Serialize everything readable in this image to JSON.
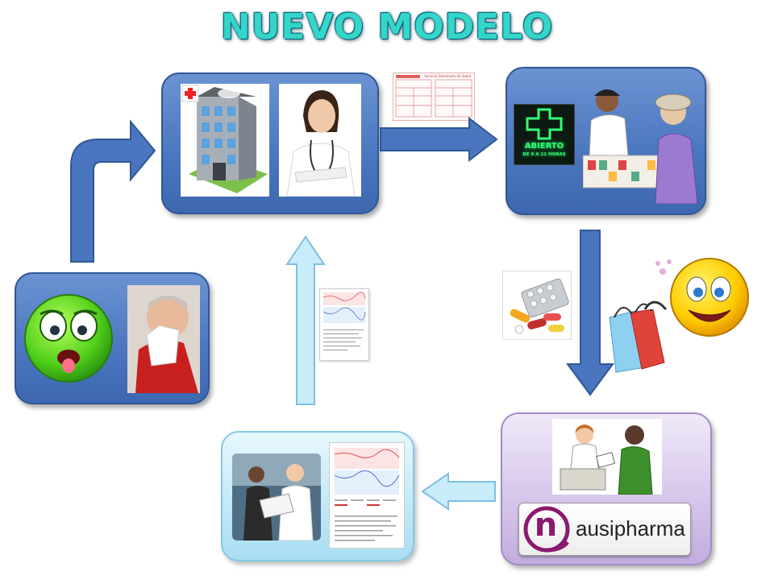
{
  "title": "NUEVO MODELO",
  "pharmacy_sign": {
    "line1": "ABIERTO",
    "line2": "DE 9 A 21 HORAS"
  },
  "logo": {
    "mark": "n",
    "text": "ausipharma"
  },
  "prescription_header": "Servicio Extremeño de Salud",
  "icons": {
    "sick_face": "sick-face-icon",
    "sneezing_man": "sneezing-man-icon",
    "hospital": "hospital-icon",
    "doctor": "doctor-icon",
    "prescription": "prescription-icon",
    "pharmacy_sign": "pharmacy-sign-icon",
    "pharmacist_scene": "pharmacist-scene-icon",
    "pills": "pills-icon",
    "happy_face": "happy-face-icon",
    "shopping_bags": "shopping-bags-icon",
    "consultation": "consultation-icon",
    "meeting": "meeting-icon",
    "report_chart": "report-chart-icon"
  },
  "colors": {
    "blue_box": "#4a76bf",
    "purple_box": "#d4c4ea",
    "cyan_box": "#bfe8f7",
    "arrow_blue": "#4a76bf",
    "arrow_light": "#c9ecfb",
    "title": "#33d6c8"
  }
}
